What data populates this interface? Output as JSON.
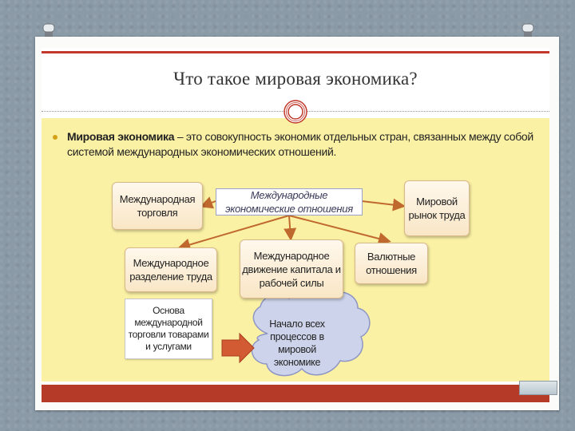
{
  "slide": {
    "title": "Что такое мировая экономика?",
    "definition_term": "Мировая экономика",
    "definition_rest": " – это совокупность экономик отдельных стран, связанных между собой системой международных экономических отношений."
  },
  "diagram": {
    "center": "Международные экономические отношения",
    "trade": "Международная торговля",
    "labor_market": "Мировой рынок труда",
    "division": "Международное разделение труда",
    "movement": "Международное движение капитала и рабочей силы",
    "currency": "Валютные отношения",
    "basis": "Основа международной торговли товарами и услугами",
    "cloud": "Начало всех процессов в мировой экономике"
  },
  "colors": {
    "accent_red": "#c0392b",
    "content_yellow": "#fbf1a4",
    "arrow_brown": "#c0692e",
    "cloud_fill": "#cdd3ea"
  }
}
